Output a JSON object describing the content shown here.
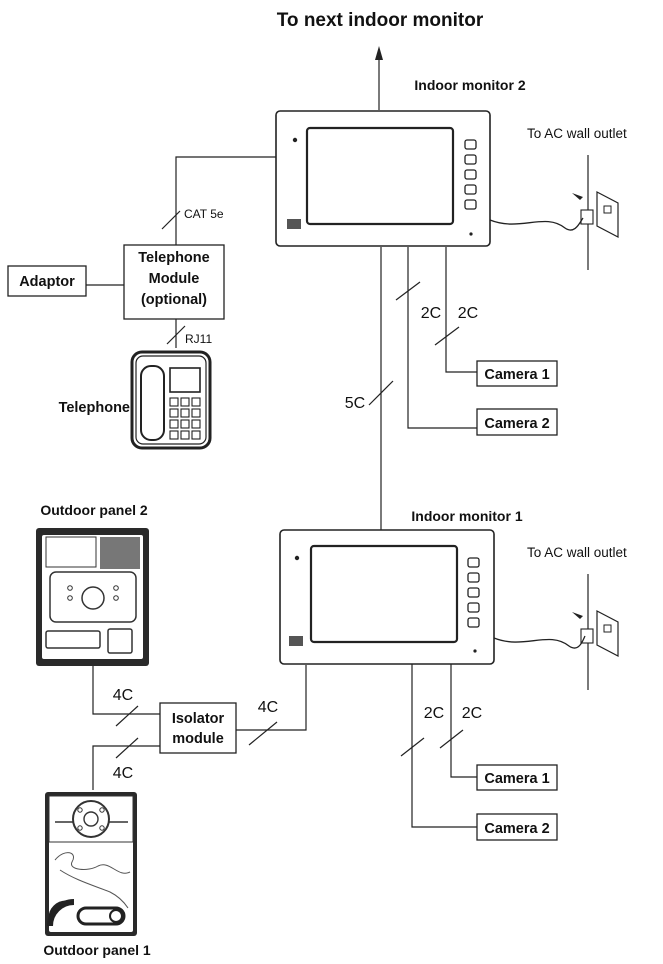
{
  "title": "To next indoor monitor",
  "indoor_monitor_2": {
    "label": "Indoor monitor 2",
    "outlet": "To AC wall outlet"
  },
  "indoor_monitor_1": {
    "label": "Indoor monitor 1",
    "outlet": "To AC wall outlet"
  },
  "telephone_module": {
    "line1": "Telephone",
    "line2": "Module",
    "line3": "(optional)"
  },
  "adaptor": "Adaptor",
  "telephone": "Telephone",
  "cables": {
    "cat5e": "CAT 5e",
    "rj11": "RJ11",
    "c5": "5C",
    "m2_cam1": "2C",
    "m2_cam2": "2C",
    "m1_cam1": "2C",
    "m1_cam2": "2C",
    "p2_4c": "4C",
    "p1_4c": "4C",
    "mon_4c": "4C"
  },
  "cameras": {
    "m2_cam1": "Camera 1",
    "m2_cam2": "Camera 2",
    "m1_cam1": "Camera 1",
    "m1_cam2": "Camera 2"
  },
  "isolator": {
    "line1": "Isolator",
    "line2": "module"
  },
  "outdoor_panel_2": "Outdoor panel 2",
  "outdoor_panel_1": "Outdoor panel 1"
}
